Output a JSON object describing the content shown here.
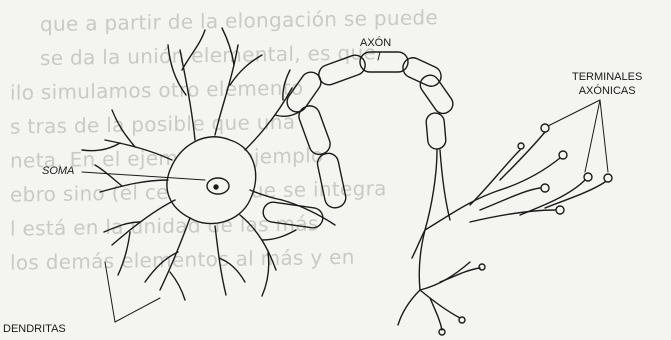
{
  "labels": {
    "axon": "AXÓN",
    "terminales_line1": "TERMINALES",
    "terminales_line2": "AXÓNICAS",
    "soma": "SOMA",
    "dendritas": "DENDRITAS"
  },
  "background_text": [
    "que a partir de la elongación se puede",
    "se da la unión elemental, es que",
    "",
    "ilo simulamos otro elemento",
    "s tras de la posible que una",
    "neta. En el ejemplo el ejemplo",
    "ebro sino (el cerebro) que se integra",
    "l está en la unidad de las más",
    "los demás elementos al más y en"
  ],
  "colors": {
    "ink": "#1b1b1b",
    "paper": "#f4f4f1",
    "faded_text": "#c9c9c6"
  }
}
